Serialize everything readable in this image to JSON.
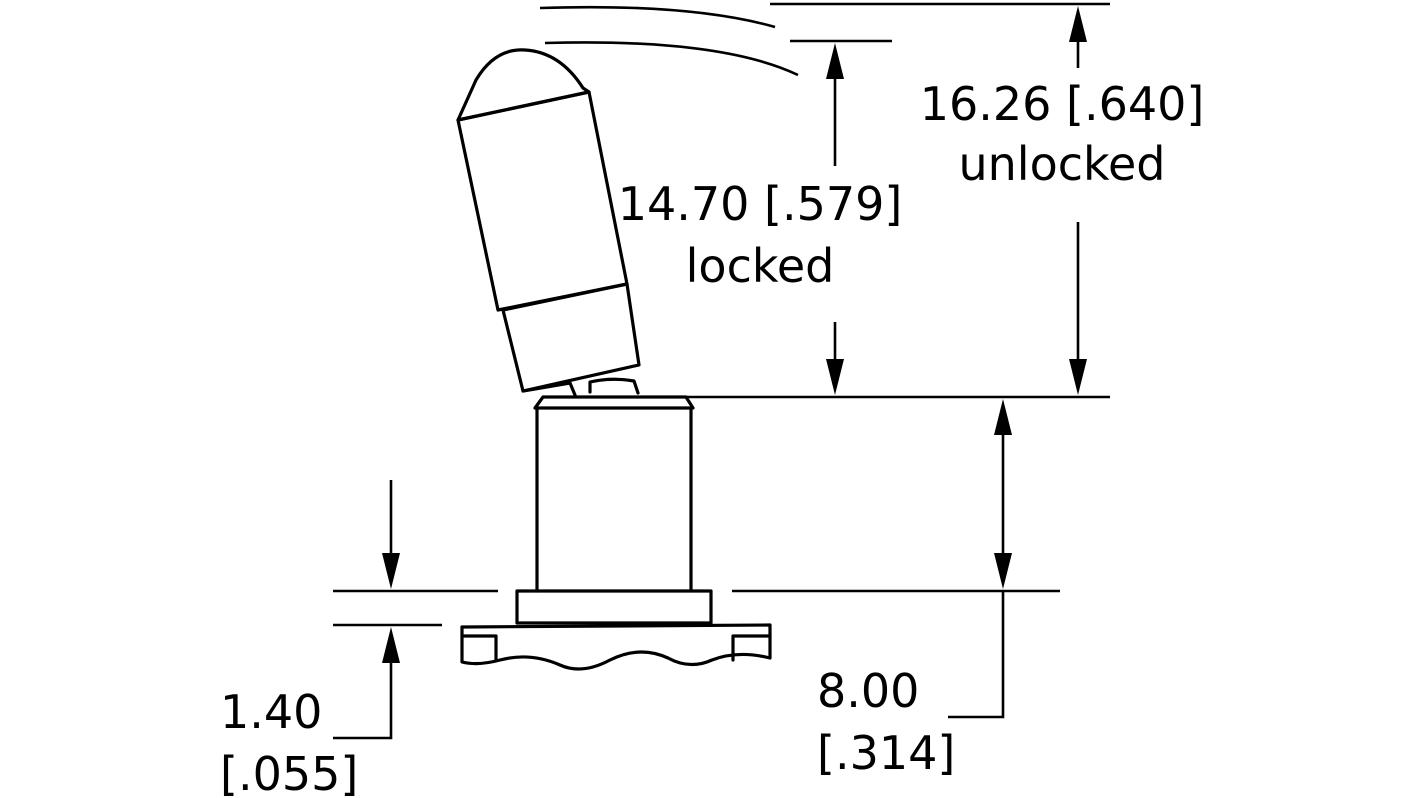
{
  "diagram": {
    "locked_dimension": {
      "value": "14.70 [.579]",
      "note": "locked"
    },
    "unlocked_dimension": {
      "value": "16.26 [.640]",
      "note": "unlocked"
    },
    "bushing_dimension": {
      "value": "8.00",
      "value_inch": "[.314]"
    },
    "flange_dimension": {
      "value": "1.40",
      "value_inch": "[.055]"
    },
    "colors": {
      "line": "#000000",
      "background": "#ffffff"
    }
  }
}
